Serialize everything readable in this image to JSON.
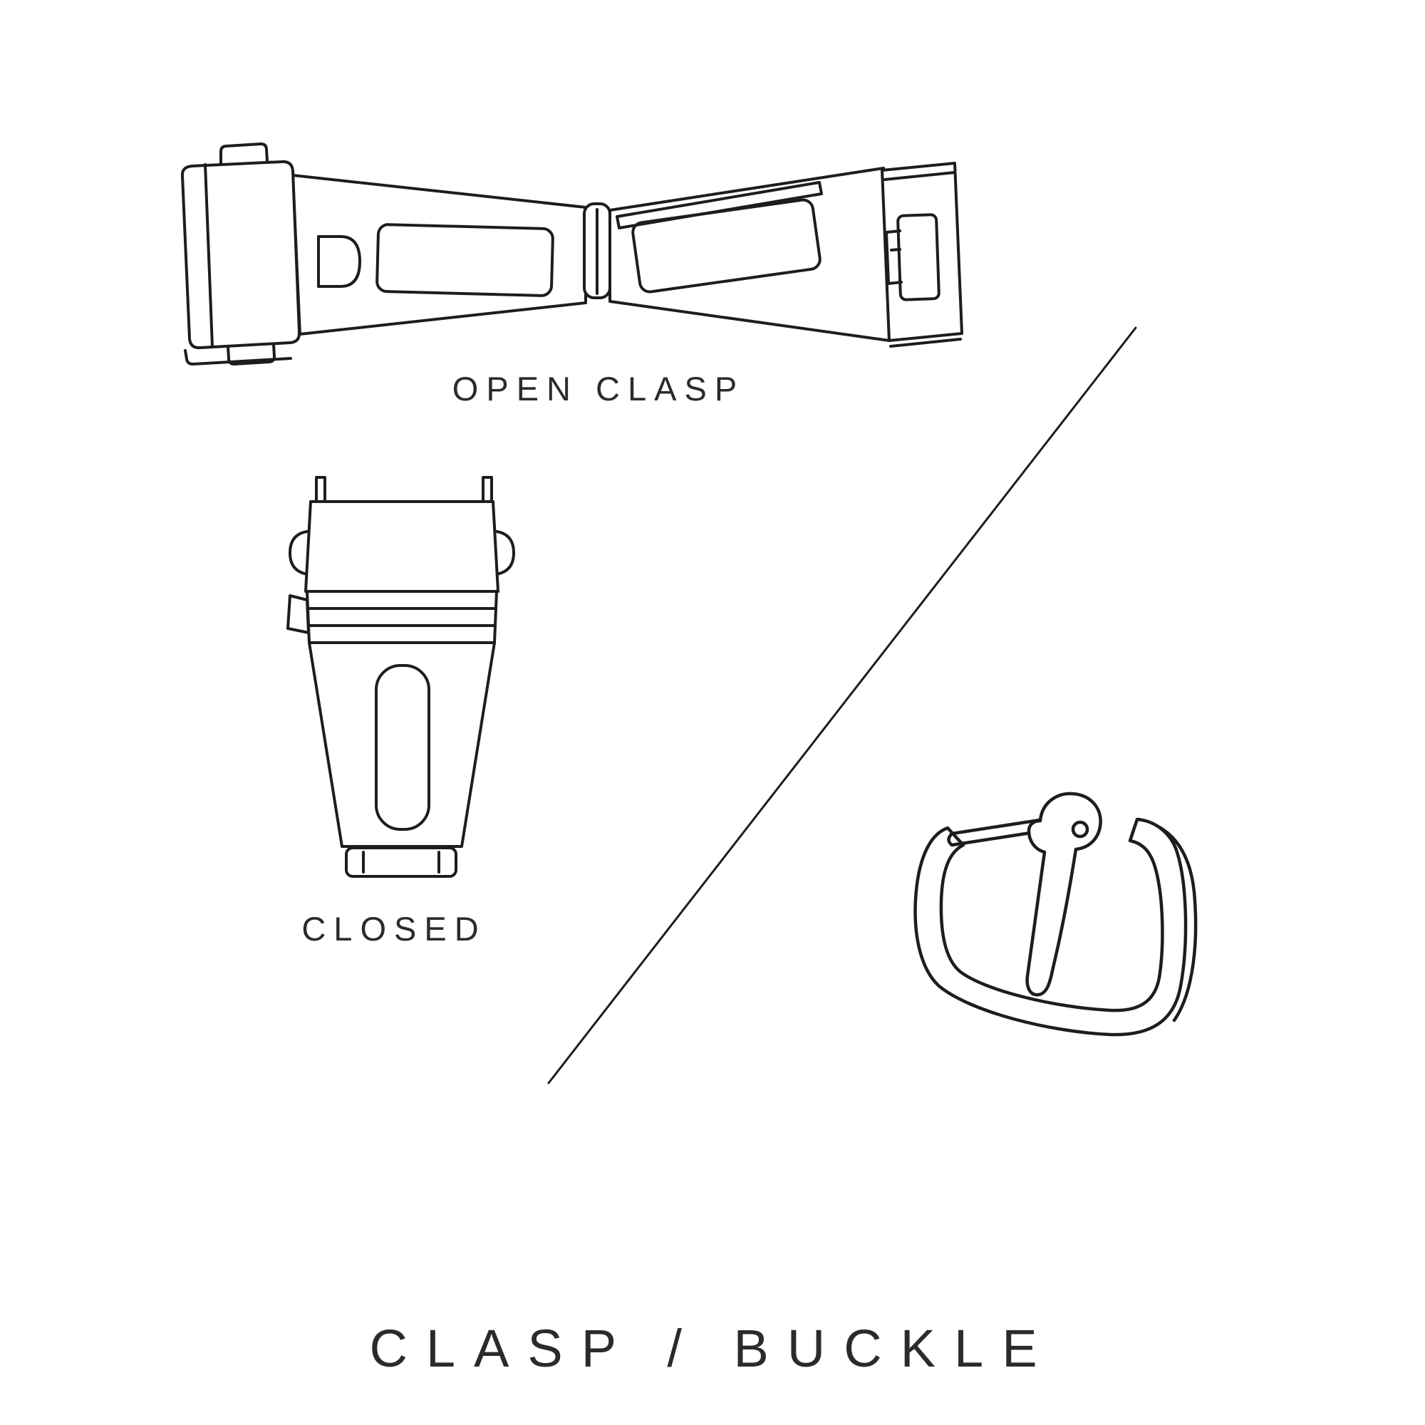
{
  "labels": {
    "open_clasp": "OPEN CLASP",
    "closed": "CLOSED",
    "title": "CLASP / BUCKLE"
  },
  "illustrations": {
    "open_clasp": "open-clasp-line-drawing",
    "closed_clasp": "closed-clasp-line-drawing",
    "tang_buckle": "tang-buckle-line-drawing",
    "divider": "diagonal-divider-line"
  },
  "colors": {
    "background": "#ffffff",
    "line": "#1d1d1d",
    "text": "#2b2b2b"
  }
}
